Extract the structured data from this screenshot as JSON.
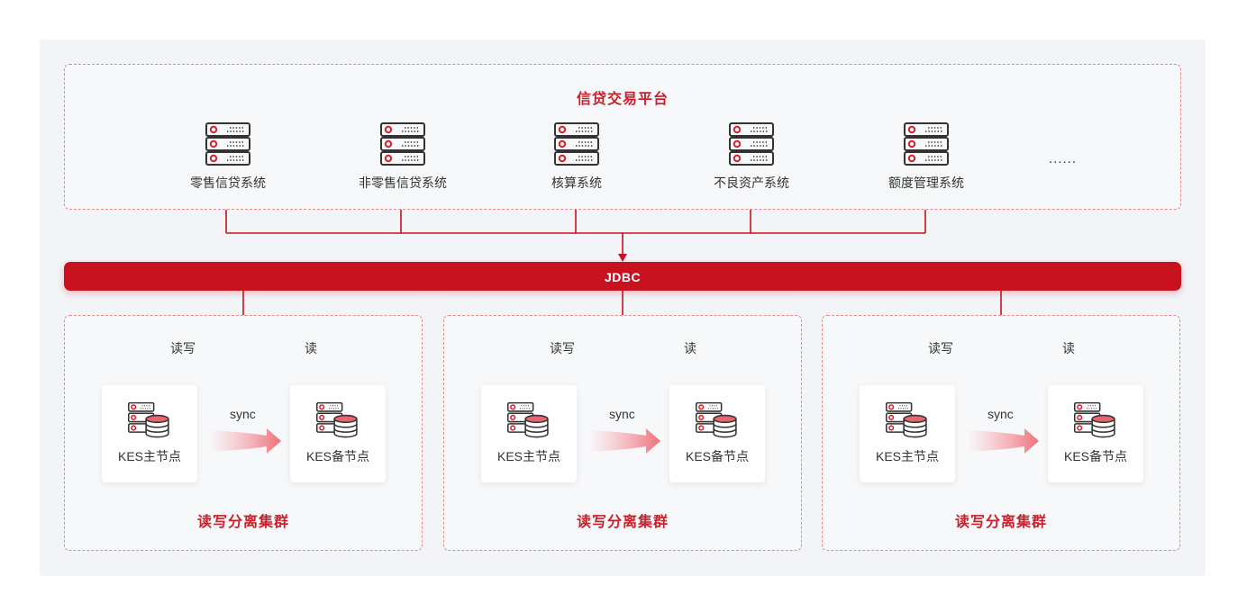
{
  "platform": {
    "title": "信贷交易平台",
    "systems": [
      {
        "label": "零售信贷系统",
        "icon": "server-rack-icon"
      },
      {
        "label": "非零售信贷系统",
        "icon": "server-rack-icon"
      },
      {
        "label": "核算系统",
        "icon": "server-rack-icon"
      },
      {
        "label": "不良资产系统",
        "icon": "server-rack-icon"
      },
      {
        "label": "额度管理系统",
        "icon": "server-rack-icon"
      }
    ],
    "more": "......"
  },
  "jdbc": {
    "label": "JDBC"
  },
  "clusters": [
    {
      "read_write_label": "读写",
      "read_label": "读",
      "primary_label": "KES主节点",
      "standby_label": "KES备节点",
      "sync_label": "sync",
      "title": "读写分离集群"
    },
    {
      "read_write_label": "读写",
      "read_label": "读",
      "primary_label": "KES主节点",
      "standby_label": "KES备节点",
      "sync_label": "sync",
      "title": "读写分离集群"
    },
    {
      "read_write_label": "读写",
      "read_label": "读",
      "primary_label": "KES主节点",
      "standby_label": "KES备节点",
      "sync_label": "sync",
      "title": "读写分离集群"
    }
  ],
  "colors": {
    "accent": "#c8121f",
    "text": "#333333",
    "dash_border": "#e8878c",
    "panel_bg": "#f3f4f7"
  }
}
